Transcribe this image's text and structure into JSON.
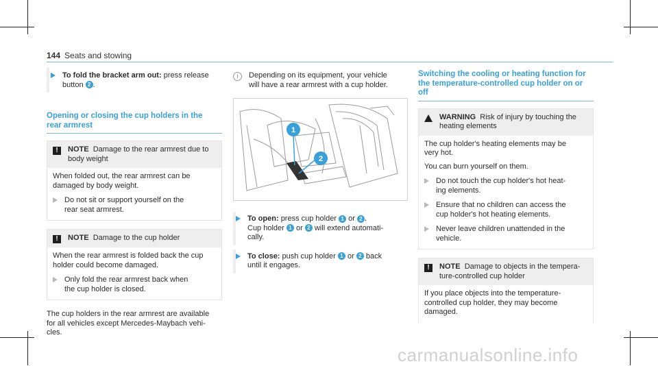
{
  "header": {
    "page_number": "144",
    "section": "Seats and stowing"
  },
  "col1": {
    "fold_out_label": "To fold the bracket arm out:",
    "fold_out_text_a": "press release",
    "fold_out_text_b": "button",
    "heading_l1": "Opening or closing the cup holders in the",
    "heading_l2": "rear armrest",
    "note1_label": "NOTE",
    "note1_title_a": "Damage to the rear armrest due to",
    "note1_title_b": "body weight",
    "note1_body_a": "When folded out, the rear armrest can be",
    "note1_body_b": "damaged by body weight.",
    "note1_step_a": "Do not sit or support yourself on the",
    "note1_step_b": "rear seat armrest.",
    "note2_label": "NOTE",
    "note2_title": "Damage to the cup holder",
    "note2_body_a": "When the rear armrest is folded back the cup",
    "note2_body_b": "holder could become damaged.",
    "note2_step_a": "Only fold the rear armrest back when",
    "note2_step_b": "the cup holder is closed.",
    "footer_a": "The cup holders in the rear armrest are available",
    "footer_b": "for all vehicles except Mercedes-Maybach vehi-",
    "footer_c": "cles."
  },
  "col2": {
    "info_a": "Depending on its equipment, your vehicle",
    "info_b": "will have a rear armrest with a cup holder.",
    "callout1": "1",
    "callout2": "2",
    "open_label": "To open:",
    "open_a": "press cup holder",
    "open_or": "or",
    "open_b": "Cup holder",
    "open_c": "will extend automati-",
    "open_d": "cally.",
    "close_label": "To close:",
    "close_a": "push cup holder",
    "close_b": "back",
    "close_c": "until it engages."
  },
  "col3": {
    "heading_l1": "Switching the cooling or heating function for",
    "heading_l2": "the temperature-controlled cup holder on or",
    "heading_l3": "off",
    "warn_label": "WARNING",
    "warn_title_a": "Risk of injury by touching the",
    "warn_title_b": "heating elements",
    "warn_body_a": "The cup holder's heating elements may be",
    "warn_body_b": "very hot.",
    "warn_body_c": "You can burn yourself on them.",
    "warn_step1_a": "Do not touch the cup holder's hot heat-",
    "warn_step1_b": "ing elements.",
    "warn_step2_a": "Ensure that no children can access the",
    "warn_step2_b": "cup holder's hot heating elements.",
    "warn_step3_a": "Never leave children unattended in the",
    "warn_step3_b": "vehicle.",
    "note_label": "NOTE",
    "note_title_a": "Damage to objects in the tempera-",
    "note_title_b": "ture-controlled cup holder",
    "note_body_a": "If you place objects into the temperature-",
    "note_body_b": "controlled cup holder, they may become",
    "note_body_c": "damaged."
  },
  "watermark": "carmanualsonline.info",
  "colors": {
    "accent": "#3aa0d8",
    "box_bg": "#eeeeee"
  }
}
